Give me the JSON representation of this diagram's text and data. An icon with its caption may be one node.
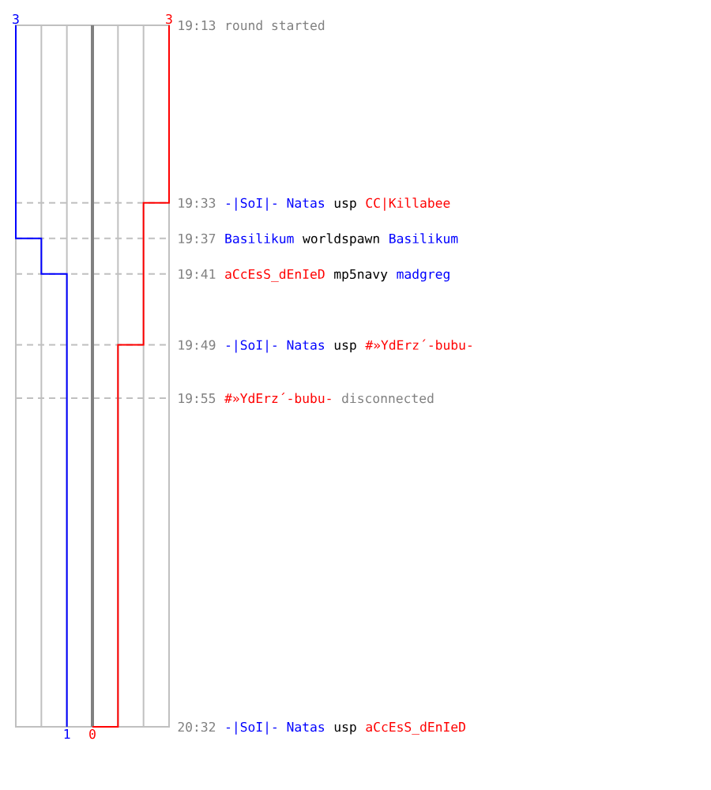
{
  "diagram": {
    "labels": [
      "3",
      "3",
      "19:13",
      "round started",
      "19:33",
      "-|SoI|- Natas",
      "usp",
      "CC|Killabee",
      "19:37",
      "Basilikum",
      "worldspawn",
      "Basilikum",
      "19:41",
      "aCcEsS_dEnIeD",
      "mp5navy",
      "madgreg",
      "19:49",
      "-|SoI|- Natas",
      "usp",
      "#»YdErz´-bubu-",
      "19:55",
      "#»YdErz´-bubu-",
      "disconnected",
      "1",
      "0",
      "20:32",
      "-|SoI|- Natas",
      "usp",
      "aCcEsS_dEnIeD"
    ]
  }
}
